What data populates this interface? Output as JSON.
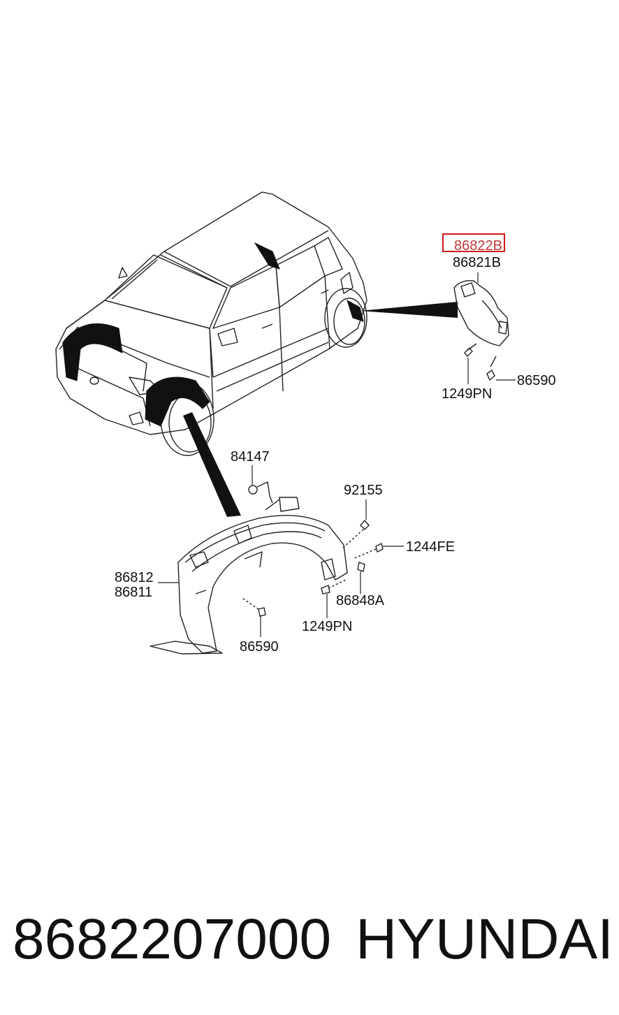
{
  "labels": {
    "highlighted": "86822B",
    "p86821B": "86821B",
    "p1249PN_top": "1249PN",
    "p86590_top": "86590",
    "p84147": "84147",
    "p92155": "92155",
    "p1244FE": "1244FE",
    "p86812": "86812",
    "p86811": "86811",
    "p86848A": "86848A",
    "p1249PN_bottom": "1249PN",
    "p86590_bottom": "86590"
  },
  "footer": {
    "part_number": "8682207000",
    "brand": "HYUNDAI"
  },
  "colors": {
    "highlight": "#d01a1a",
    "ink": "#111111"
  }
}
